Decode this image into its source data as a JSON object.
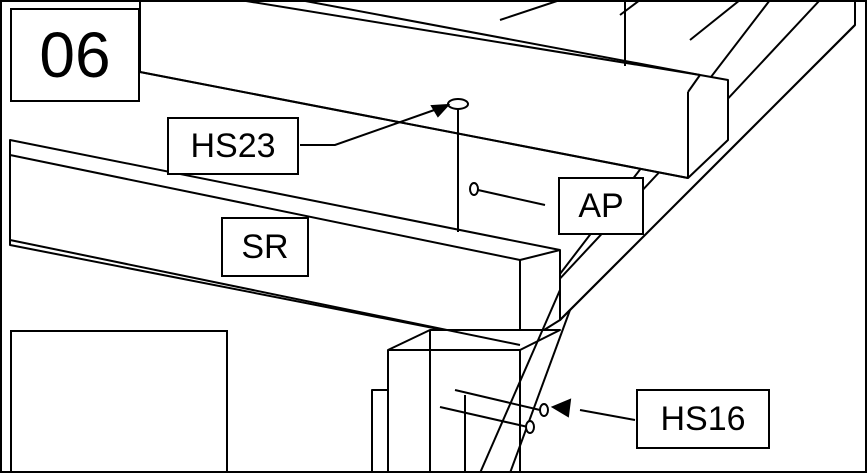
{
  "step": {
    "number": "06"
  },
  "labels": {
    "hs23": "HS23",
    "ap": "AP",
    "sr": "SR",
    "hs16": "HS16"
  },
  "tool": {
    "icon": "cordless-drill-icon"
  }
}
